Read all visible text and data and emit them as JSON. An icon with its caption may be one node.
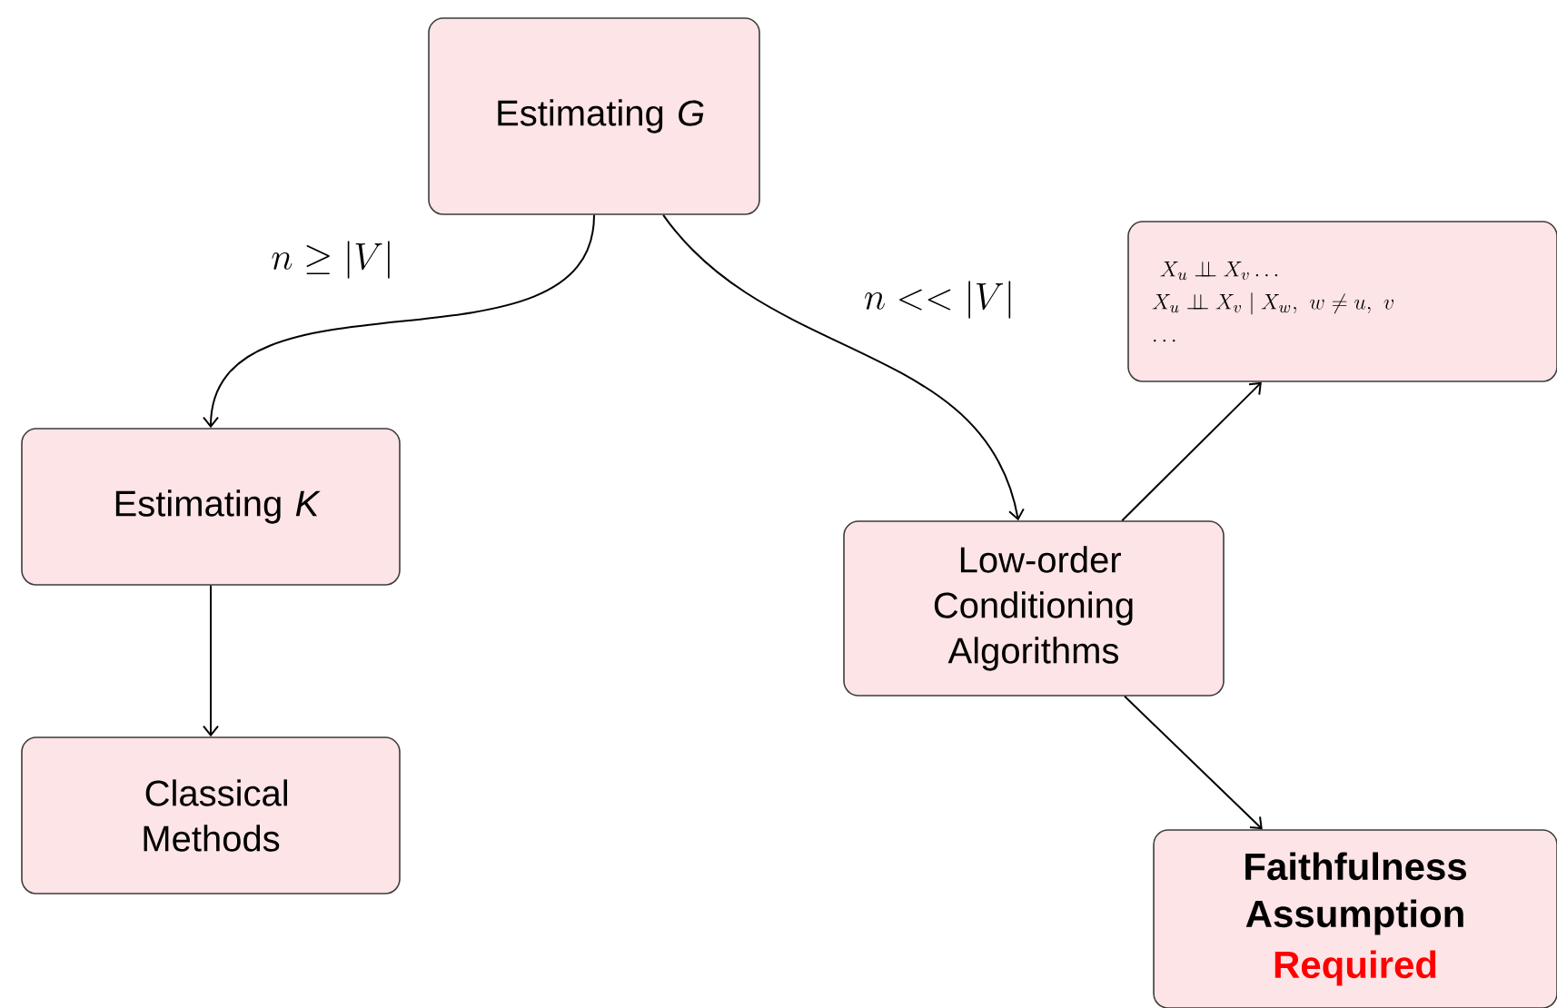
{
  "diagram": {
    "nodes": [
      {
        "text": [
          "Estimating *G*"
        ]
      },
      {
        "text": [
          "Estimating *K*"
        ]
      },
      {
        "text": [
          "Classical Methods"
        ]
      },
      {
        "text": [
          "Low-order Conditioning Algorithms"
        ]
      },
      {
        "text": [
          "X_u \\perp\\!\\!\\!\\perp X_v \\ldots",
          "X_u \\perp\\!\\!\\!\\perp X_v \\mid X_w,\\ w \\neq u,\\ v",
          "\\ldots"
        ]
      },
      {
        "text": [
          "Faithfulness Assumption",
          "Required"
        ]
      }
    ],
    "edges": [
      {
        "from": 0,
        "to": 1,
        "arrow": "to",
        "label": "n \\geq |V|"
      },
      {
        "from": 0,
        "to": 3,
        "arrow": "to",
        "label": "n << |V|"
      },
      {
        "from": 1,
        "to": 2,
        "arrow": "to"
      },
      {
        "from": 3,
        "to": 4,
        "arrow": "to"
      },
      {
        "from": 3,
        "to": 5,
        "arrow": "to"
      }
    ]
  }
}
